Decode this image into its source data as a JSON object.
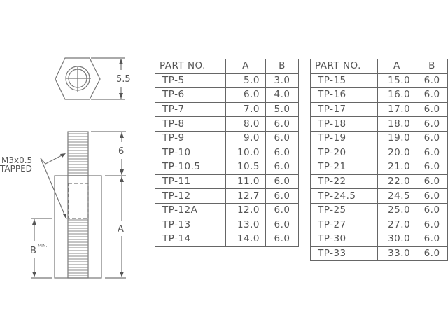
{
  "drawing": {
    "hex_dim": "5.5",
    "thread_dim": "6",
    "body_dim": "A",
    "tap_dim": "B",
    "tap_dim_suffix": "MIN.",
    "thread_label_line1": "M3x0.5",
    "thread_label_line2": "TAPPED"
  },
  "table_left": {
    "headers": [
      "PART NO.",
      "A",
      "B"
    ],
    "rows": [
      [
        "TP-5",
        "5.0",
        "3.0"
      ],
      [
        "TP-6",
        "6.0",
        "4.0"
      ],
      [
        "TP-7",
        "7.0",
        "5.0"
      ],
      [
        "TP-8",
        "8.0",
        "6.0"
      ],
      [
        "TP-9",
        "9.0",
        "6.0"
      ],
      [
        "TP-10",
        "10.0",
        "6.0"
      ],
      [
        "TP-10.5",
        "10.5",
        "6.0"
      ],
      [
        "TP-11",
        "11.0",
        "6.0"
      ],
      [
        "TP-12",
        "12.7",
        "6.0"
      ],
      [
        "TP-12A",
        "12.0",
        "6.0"
      ],
      [
        "TP-13",
        "13.0",
        "6.0"
      ],
      [
        "TP-14",
        "14.0",
        "6.0"
      ]
    ]
  },
  "table_right": {
    "headers": [
      "PART NO.",
      "A",
      "B"
    ],
    "rows": [
      [
        "TP-15",
        "15.0",
        "6.0"
      ],
      [
        "TP-16",
        "16.0",
        "6.0"
      ],
      [
        "TP-17",
        "17.0",
        "6.0"
      ],
      [
        "TP-18",
        "18.0",
        "6.0"
      ],
      [
        "TP-19",
        "19.0",
        "6.0"
      ],
      [
        "TP-20",
        "20.0",
        "6.0"
      ],
      [
        "TP-21",
        "21.0",
        "6.0"
      ],
      [
        "TP-22",
        "22.0",
        "6.0"
      ],
      [
        "TP-24.5",
        "24.5",
        "6.0"
      ],
      [
        "TP-25",
        "25.0",
        "6.0"
      ],
      [
        "TP-27",
        "27.0",
        "6.0"
      ],
      [
        "TP-30",
        "30.0",
        "6.0"
      ],
      [
        "TP-33",
        "33.0",
        "6.0"
      ]
    ]
  }
}
